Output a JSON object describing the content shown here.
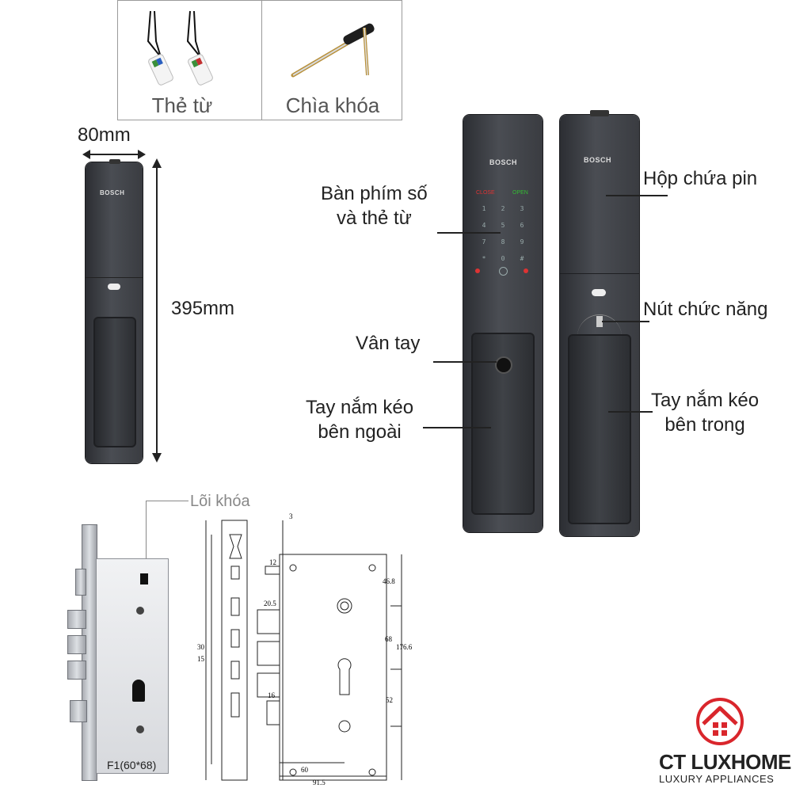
{
  "accessories": [
    {
      "label": "Thẻ từ",
      "icon": "rfid-card-icon"
    },
    {
      "label": "Chìa khóa",
      "icon": "mechanical-key-icon"
    }
  ],
  "dimensions": {
    "width": "80mm",
    "height": "395mm"
  },
  "brand_text": "BOSCH",
  "keypad": {
    "close": "CLOSE",
    "open": "OPEN",
    "keys": [
      "1",
      "2",
      "3",
      "4",
      "5",
      "6",
      "7",
      "8",
      "9",
      "*",
      "0",
      "#"
    ]
  },
  "callouts": {
    "keypad": [
      "Bàn phím số",
      "và thẻ từ"
    ],
    "fingerprint": "Vân tay",
    "outer_handle": [
      "Tay nắm kéo",
      "bên ngoài"
    ],
    "battery": "Hộp chứa pin",
    "function_button": "Nút chức năng",
    "inner_handle": [
      "Tay nắm kéo",
      "bên trong"
    ]
  },
  "mortise": {
    "cylinder_label": "Lõi khóa",
    "model": "F1(60*68)",
    "drawing_dims": [
      "20.5",
      "46.8",
      "68",
      "176.6",
      "52",
      "16",
      "60",
      "91.5",
      "12",
      "3",
      "30",
      "15"
    ]
  },
  "logo": {
    "main": "CT LUXHOME",
    "sub": "LUXURY APPLIANCES",
    "accent": "#d9262c"
  }
}
